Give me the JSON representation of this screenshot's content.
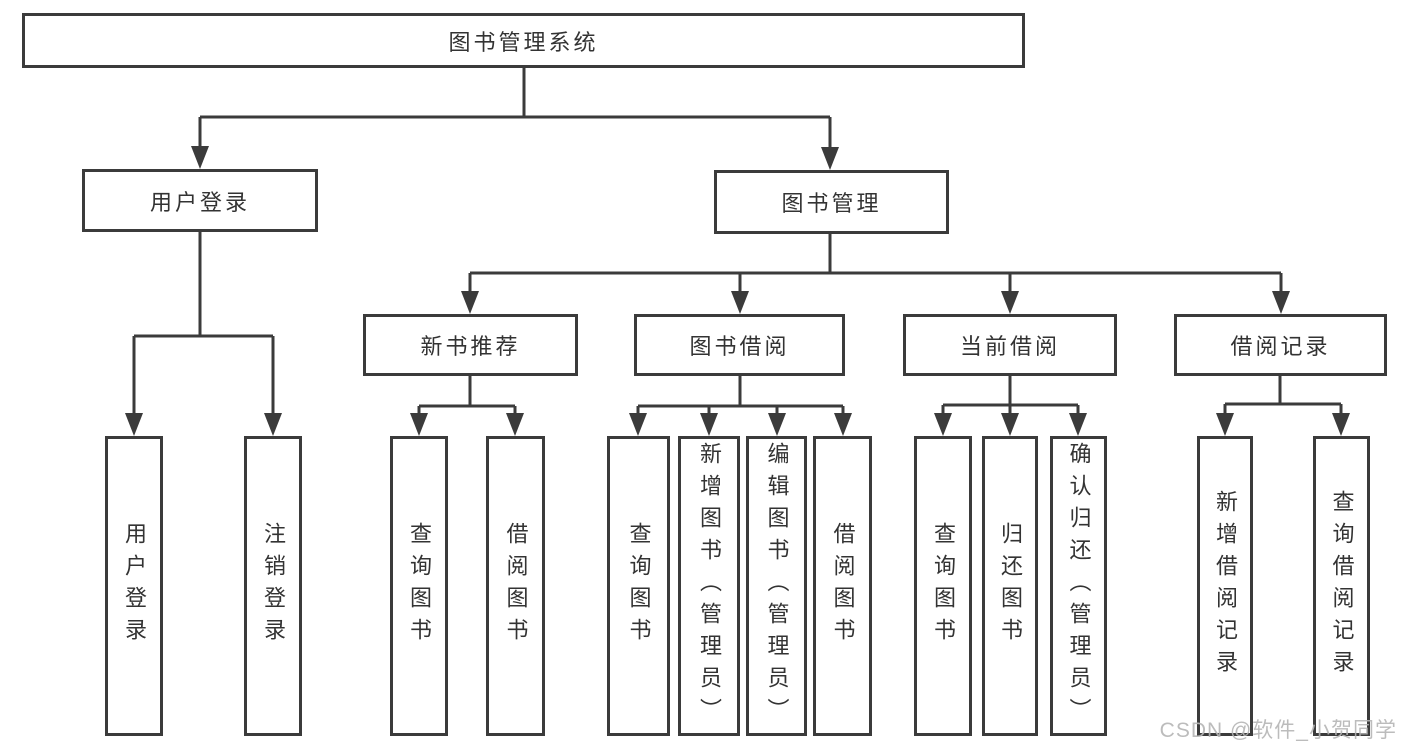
{
  "diagram": {
    "title": "图书管理系统",
    "level2": [
      {
        "label": "用户登录"
      },
      {
        "label": "图书管理"
      }
    ],
    "level3": [
      {
        "label": "新书推荐",
        "parent": "图书管理"
      },
      {
        "label": "图书借阅",
        "parent": "图书管理"
      },
      {
        "label": "当前借阅",
        "parent": "图书管理"
      },
      {
        "label": "借阅记录",
        "parent": "图书管理"
      }
    ],
    "leaves": [
      {
        "label": "用户登录",
        "parent": "用户登录"
      },
      {
        "label": "注销登录",
        "parent": "用户登录"
      },
      {
        "label": "查询图书",
        "parent": "新书推荐"
      },
      {
        "label": "借阅图书",
        "parent": "新书推荐"
      },
      {
        "label": "查询图书",
        "parent": "图书借阅"
      },
      {
        "label": "新增图书（管理员）",
        "parent": "图书借阅"
      },
      {
        "label": "编辑图书（管理员）",
        "parent": "图书借阅"
      },
      {
        "label": "借阅图书",
        "parent": "图书借阅"
      },
      {
        "label": "查询图书",
        "parent": "当前借阅"
      },
      {
        "label": "归还图书",
        "parent": "当前借阅"
      },
      {
        "label": "确认归还（管理员）",
        "parent": "当前借阅"
      },
      {
        "label": "新增借阅记录",
        "parent": "借阅记录"
      },
      {
        "label": "查询借阅记录",
        "parent": "借阅记录"
      }
    ]
  },
  "watermark": {
    "text": "CSDN @软件_小贺同学"
  },
  "colors": {
    "line": "#3b3b3b",
    "text": "#333333",
    "background": "#ffffff",
    "watermark": "#b5b5b5"
  }
}
